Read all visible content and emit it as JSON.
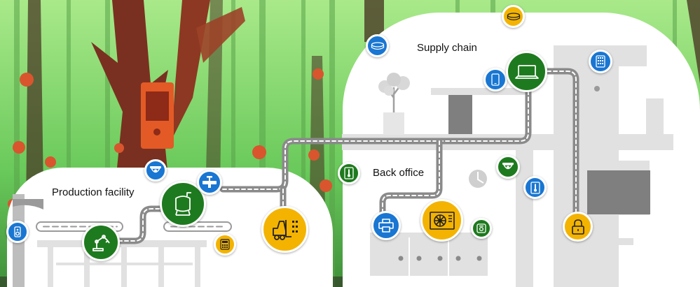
{
  "zones": {
    "production": {
      "label": "Production facility"
    },
    "back_office": {
      "label": "Back office"
    },
    "supply_chain": {
      "label": "Supply chain"
    }
  },
  "colors": {
    "device_blue": "#1976d2",
    "hub_green": "#1e7a1e",
    "asset_yellow": "#f3b300",
    "facility_grey": "#e1e1e1",
    "conveyor_grey": "#8a8a8a",
    "panel_white": "#ffffff"
  },
  "icons": {
    "speaker": "speaker-icon",
    "robot_arm": "robot-arm-icon",
    "security_camera": "security-camera-icon",
    "storage_tank": "storage-tank-icon",
    "valve": "valve-icon",
    "calculator": "calculator-icon",
    "forklift": "forklift-icon",
    "printer": "printer-icon",
    "air_conditioner": "air-conditioner-icon",
    "thermostat": "thermostat-icon",
    "smoke_detector": "smoke-detector-icon",
    "smartphone": "smartphone-icon",
    "laptop": "laptop-icon",
    "keypad": "keypad-icon",
    "padlock": "padlock-icon",
    "clock": "clock-icon",
    "plant": "plant-icon"
  }
}
